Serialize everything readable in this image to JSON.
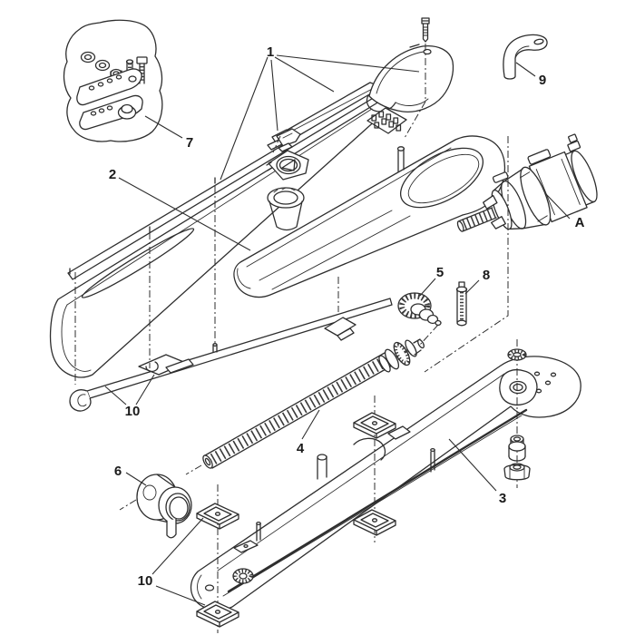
{
  "diagram": {
    "type": "exploded-parts-diagram",
    "background_color": "#ffffff",
    "line_color": "#2e2e2e",
    "label_color": "#1a1a1a",
    "callouts": {
      "part_1": "1",
      "part_2": "2",
      "part_3": "3",
      "part_4": "4",
      "part_5": "5",
      "part_6": "6",
      "part_7": "7",
      "part_8": "8",
      "part_9": "9",
      "part_10_upper": "10",
      "part_10_lower": "10",
      "part_A": "A"
    }
  }
}
